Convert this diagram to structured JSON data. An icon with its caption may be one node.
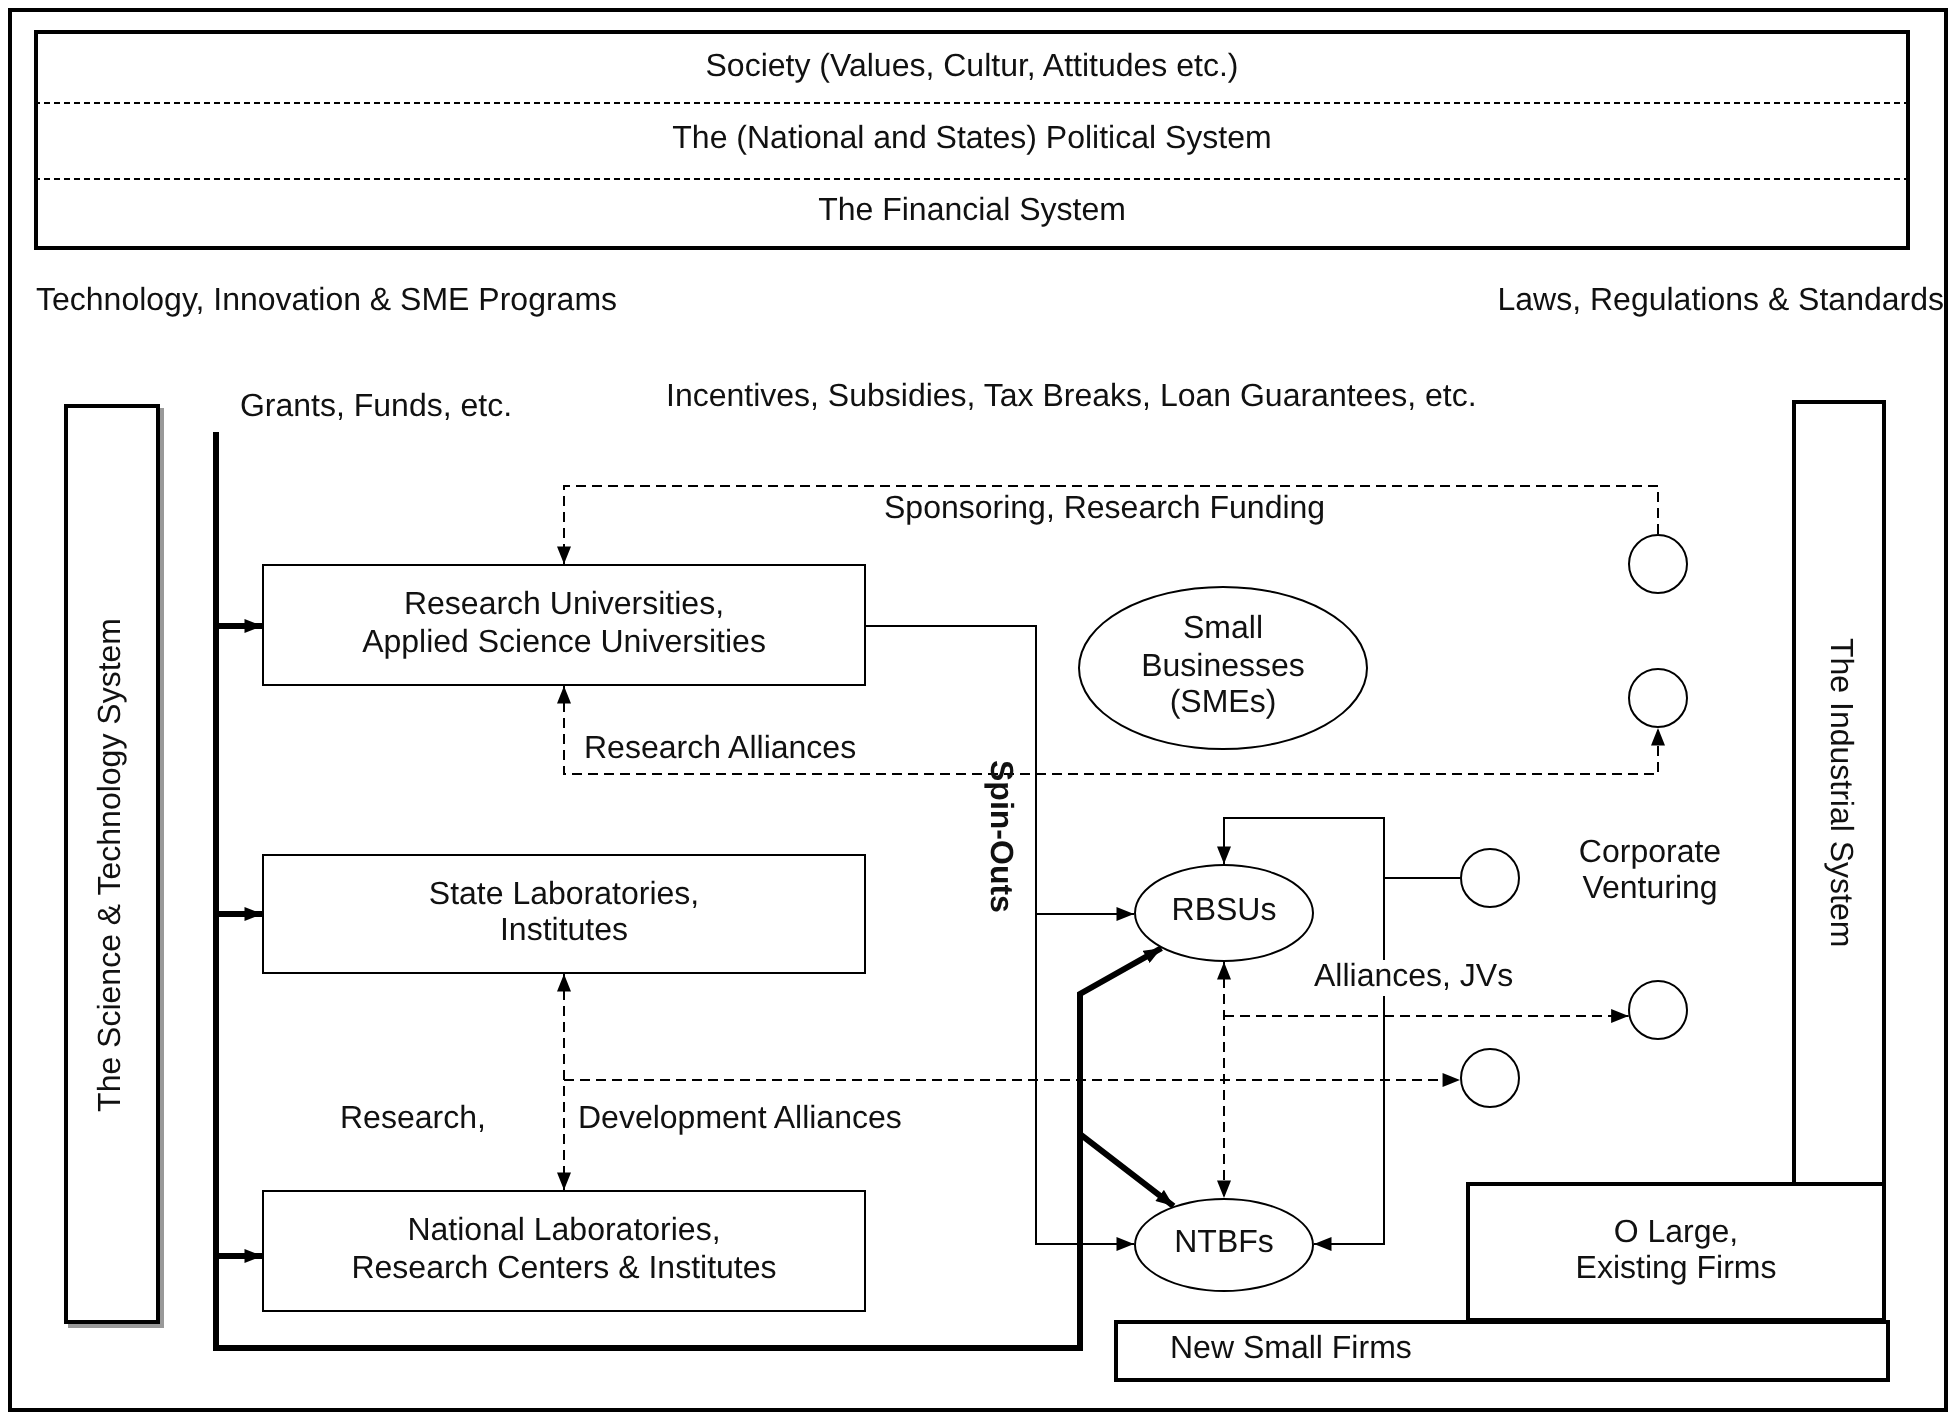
{
  "diagram": {
    "nodes": [
      {
        "text": [
          "Society (Values, Cultur, Attitudes etc.)"
        ]
      },
      {
        "text": [
          "The (National and States) Political System"
        ]
      },
      {
        "text": [
          "The Financial System"
        ]
      },
      {
        "text": [
          "Grants, Funds, etc."
        ]
      },
      {
        "text": [
          "The Science & Technology System"
        ]
      },
      {
        "text": [
          "Research Universities, Applied Science Universities"
        ]
      },
      {
        "text": [
          "Small Businesses (SMEs)"
        ]
      },
      {
        "text": [],
        "shape": "circle"
      },
      {
        "text": [],
        "shape": "circle"
      },
      {
        "text": [
          "The Industrial System"
        ]
      },
      {
        "text": [
          "State Laboratories, Institutes"
        ]
      },
      {
        "text": [
          "RBSUs"
        ]
      },
      {
        "text": [],
        "shape": "circle",
        "beside": [
          "Corporate Venturing"
        ]
      },
      {
        "text": [],
        "shape": "circle"
      },
      {
        "text": [],
        "shape": "circle"
      },
      {
        "text": [
          "National Laboratories, Research Centers & Institutes"
        ]
      },
      {
        "text": [
          "NTBFs"
        ]
      },
      {
        "text": [
          "O Large, Existing Firms"
        ]
      },
      {
        "text": [
          "New Small Firms"
        ]
      }
    ],
    "edges": [
      {
        "from": 7,
        "to": 5,
        "arrow": "to",
        "style": "dashed",
        "label": "Sponsoring, Research Funding"
      },
      {
        "from": 5,
        "to": 8,
        "arrow": "both",
        "style": "dashed",
        "label": "Research Alliances"
      },
      {
        "from": 3,
        "to": 5,
        "arrow": "to",
        "style": "thick"
      },
      {
        "from": 3,
        "to": 10,
        "arrow": "to",
        "style": "thick"
      },
      {
        "from": 3,
        "to": 15,
        "arrow": "to",
        "style": "thick"
      },
      {
        "from": 3,
        "to": 11,
        "arrow": "to",
        "style": "thick"
      },
      {
        "from": 3,
        "to": 16,
        "arrow": "to",
        "style": "thick"
      },
      {
        "from": 5,
        "to": 11,
        "arrow": "to"
      },
      {
        "from": 5,
        "to": 16,
        "arrow": "to"
      },
      {
        "from": 12,
        "to": 11,
        "arrow": "to"
      },
      {
        "from": 12,
        "to": 16,
        "arrow": "to"
      },
      {
        "from": 11,
        "to": 16,
        "arrow": "both",
        "style": "dashed"
      },
      {
        "from": null,
        "to": 13,
        "arrow": "to",
        "style": "dashed",
        "label": "Alliances, JVs"
      },
      {
        "from": 10,
        "to": 15,
        "arrow": "both",
        "style": "dashed"
      },
      {
        "from": null,
        "to": 14,
        "arrow": "to",
        "style": "dashed"
      }
    ],
    "labels": [
      "Technology, Innovation & SME Programs",
      "Laws, Regulations & Standards",
      "Incentives, Subsidies, Tax Breaks, Loan Guarantees, etc.",
      "Spin-Outs",
      "Research,",
      "Development Alliances"
    ]
  }
}
